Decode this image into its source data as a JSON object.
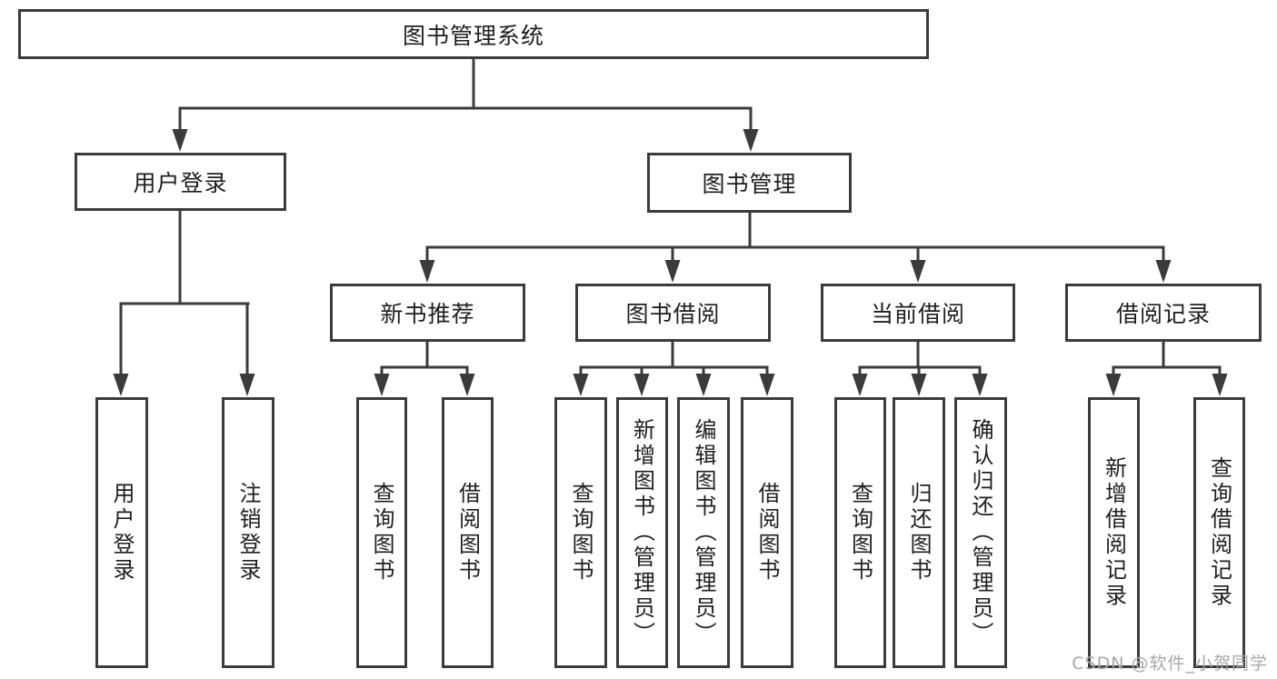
{
  "tree": {
    "root": "图书管理系统",
    "branches": [
      {
        "label": "用户登录",
        "children": [
          {
            "label": "用户登录"
          },
          {
            "label": "注销登录"
          }
        ]
      },
      {
        "label": "图书管理",
        "sections": [
          {
            "label": "新书推荐",
            "children": [
              {
                "label": "查询图书"
              },
              {
                "label": "借阅图书"
              }
            ]
          },
          {
            "label": "图书借阅",
            "children": [
              {
                "label": "查询图书"
              },
              {
                "label": "新增图书（管理员）"
              },
              {
                "label": "编辑图书（管理员）"
              },
              {
                "label": "借阅图书"
              }
            ]
          },
          {
            "label": "当前借阅",
            "children": [
              {
                "label": "查询图书"
              },
              {
                "label": "归还图书"
              },
              {
                "label": "确认归还（管理员）"
              }
            ]
          },
          {
            "label": "借阅记录",
            "children": [
              {
                "label": "新增借阅记录"
              },
              {
                "label": "查询借阅记录"
              }
            ]
          }
        ]
      }
    ]
  },
  "watermark": "CSDN @软件_小贺同学",
  "colors": {
    "line": "#3b3b3b",
    "text": "#1f1f1f",
    "watermark": "#a8a8a8",
    "background": "#ffffff"
  }
}
